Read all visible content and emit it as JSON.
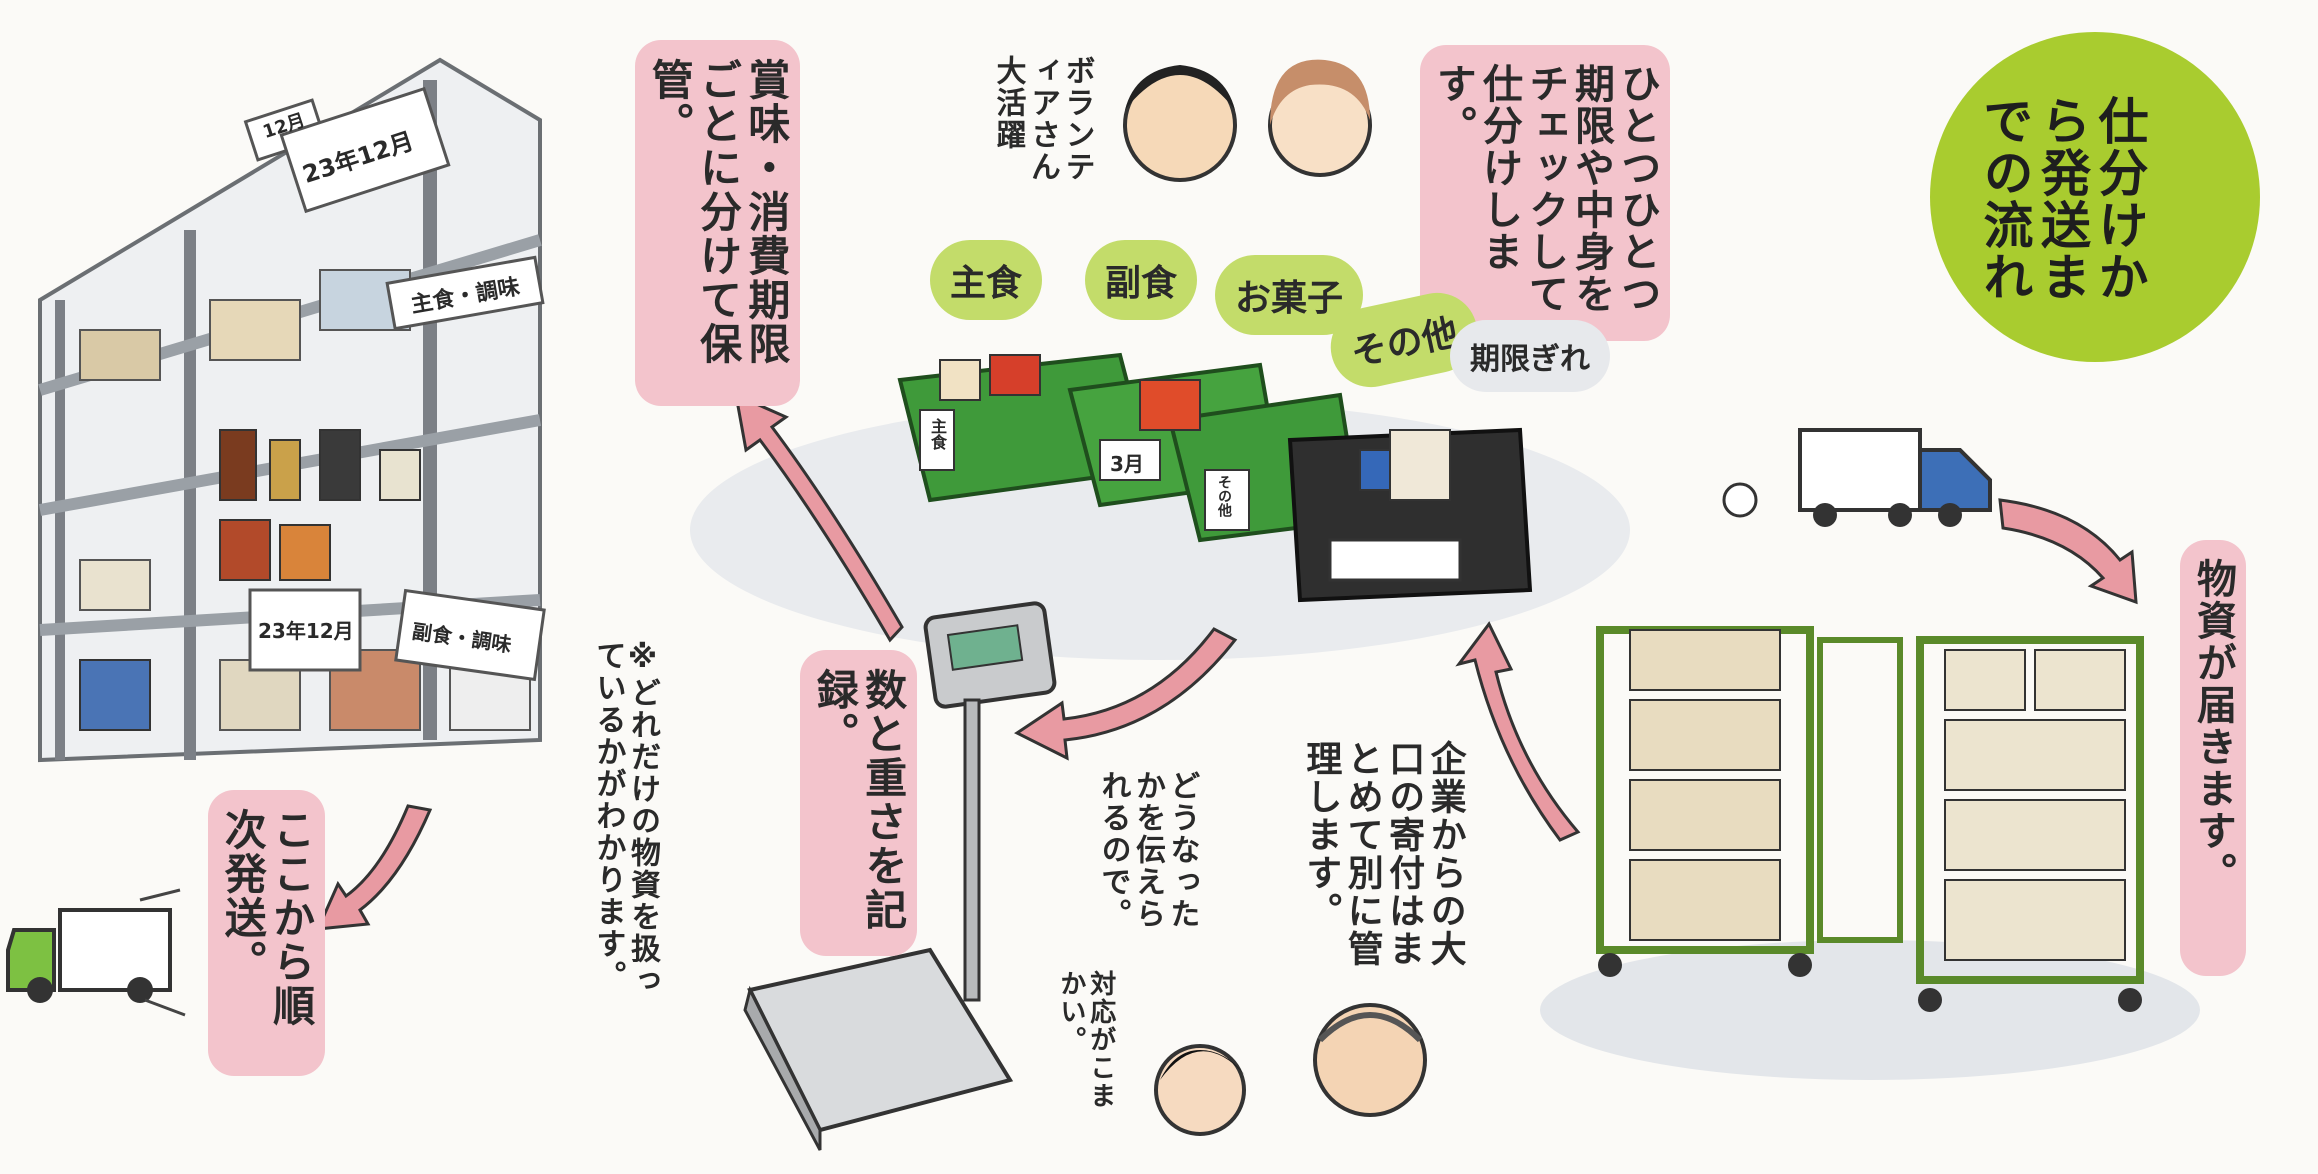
{
  "title": {
    "text": "仕分けから発送までの流れ"
  },
  "labels": {
    "bestbefore": "賞味・消費期限ごとに分けて保管。",
    "ship": "ここから順次発送。",
    "volunteer": "ボランティアさん大活躍",
    "check": "ひとつひとつ期限や中身をチェックして仕分けします。",
    "cat_staple": "主食",
    "cat_side": "副食",
    "cat_snack": "お菓子",
    "cat_other": "その他",
    "expired": "期限ぎれ",
    "record": "数と重さを記録。",
    "note": "※どれだけの物資を扱っているかがわかります。",
    "company": "企業からの大口の寄付はまとめて別に管理します。",
    "company2": "どうなったかを伝えられるので。",
    "response": "対応がこまかい。",
    "arrive": "物資が届きます。"
  },
  "shelf_tags": {
    "tag1": "12月",
    "tag2": "23年12月",
    "tag3": "主食・調味",
    "tag4": "23年12月",
    "tag5": "副食・調味"
  },
  "crate_tags": {
    "c1": "主食",
    "c2": "3月",
    "c3": "その他"
  },
  "colors": {
    "pink": "#f3c4cc",
    "green": "#a9cc2f",
    "crate_green": "#3f9a3a",
    "cart_green": "#5a8a2a",
    "arrow": "#e89aa2"
  }
}
